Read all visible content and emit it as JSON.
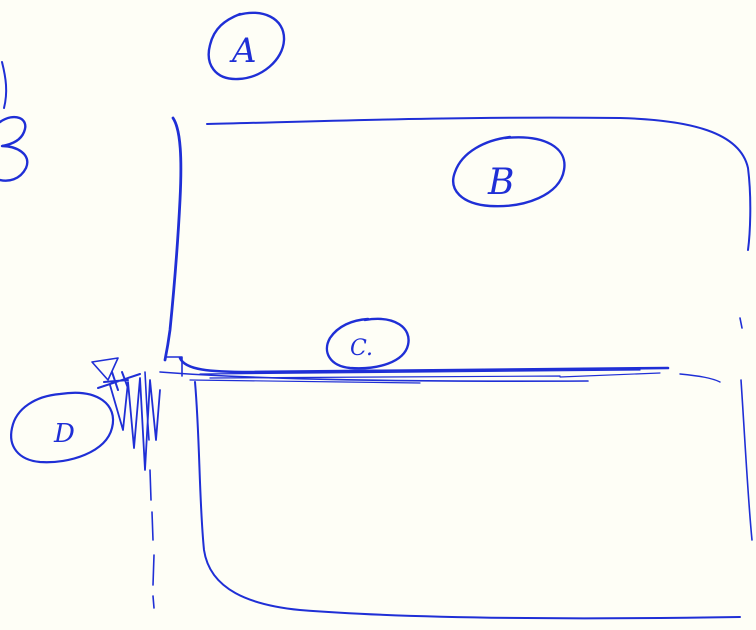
{
  "labels": {
    "a": "A",
    "b": "B",
    "b_edge": "B",
    "c": "C.",
    "d": "D"
  },
  "colors": {
    "ink": "#1f2fd6",
    "paper": "#fefef6"
  }
}
